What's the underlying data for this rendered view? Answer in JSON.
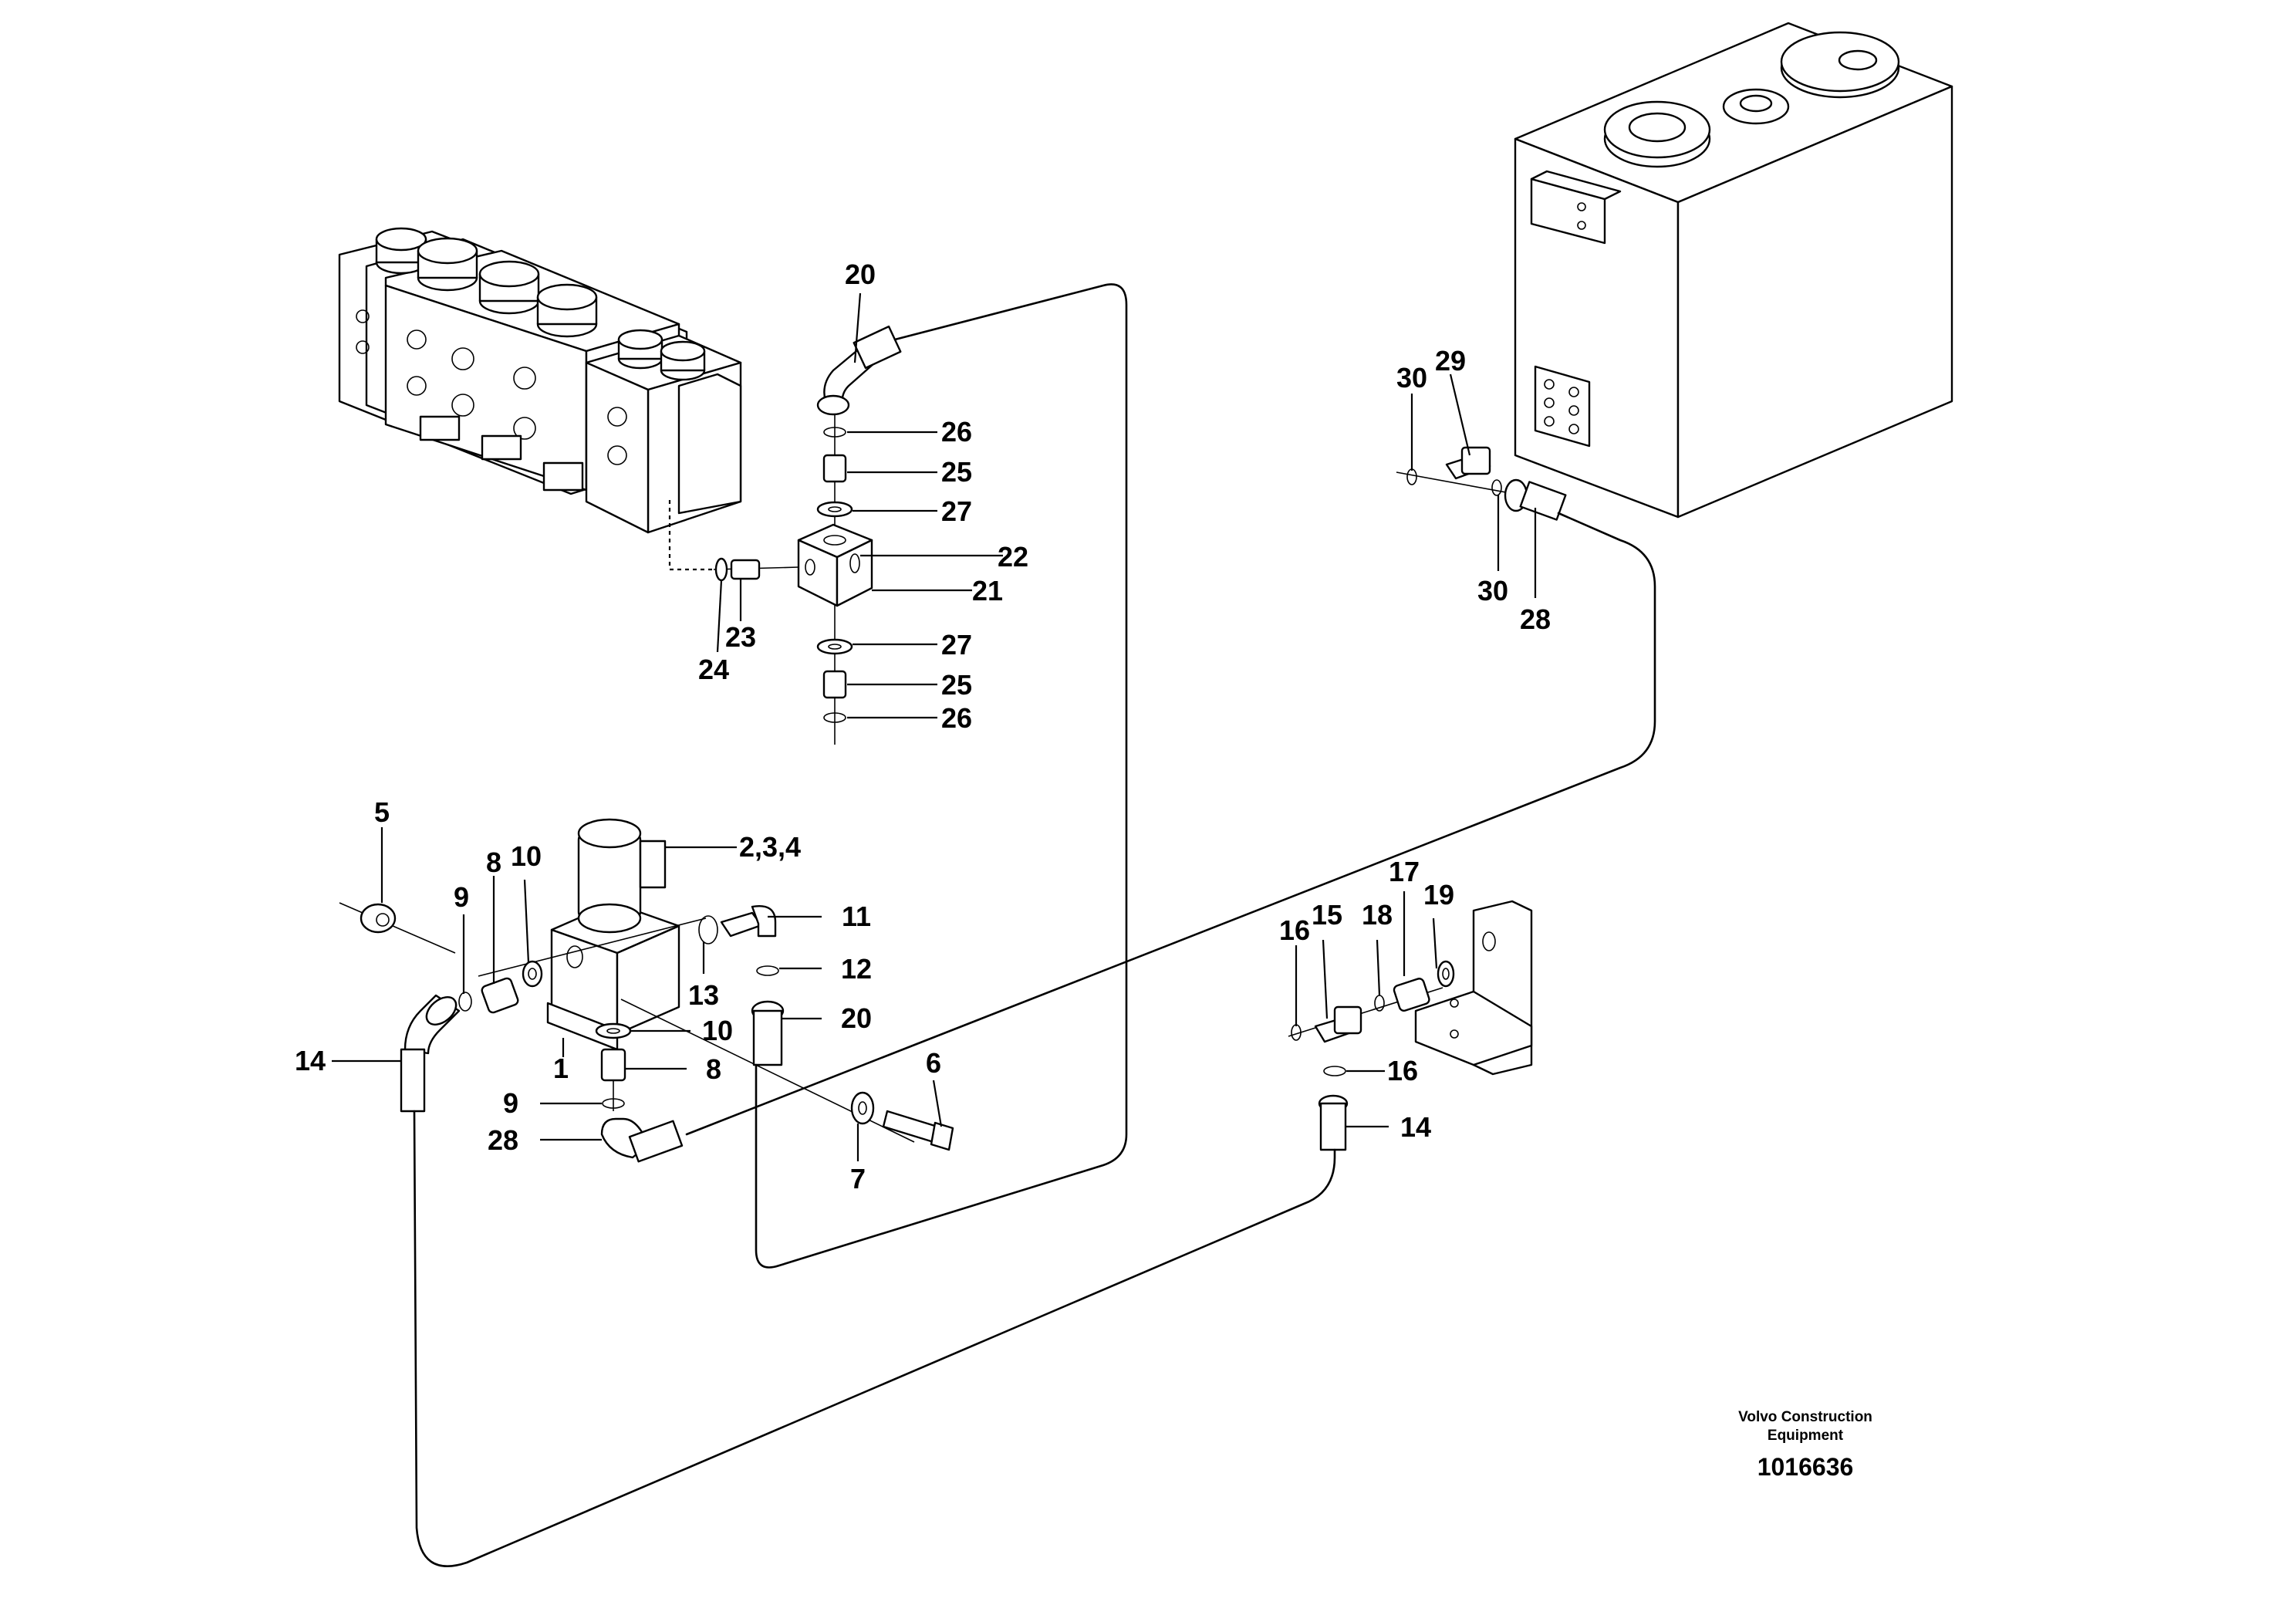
{
  "diagram": {
    "part_labels": [
      "20",
      "26",
      "25",
      "27",
      "22",
      "21",
      "27",
      "25",
      "26",
      "23",
      "24",
      "30",
      "29",
      "30",
      "28",
      "5",
      "2,3,4",
      "8",
      "10",
      "9",
      "11",
      "12",
      "13",
      "20",
      "10",
      "1",
      "14",
      "8",
      "9",
      "28",
      "6",
      "7",
      "16",
      "15",
      "18",
      "17",
      "19",
      "16",
      "14"
    ],
    "maker_line_1": "Volvo Construction",
    "maker_line_2": "Equipment",
    "drawing_number": "1016636"
  }
}
